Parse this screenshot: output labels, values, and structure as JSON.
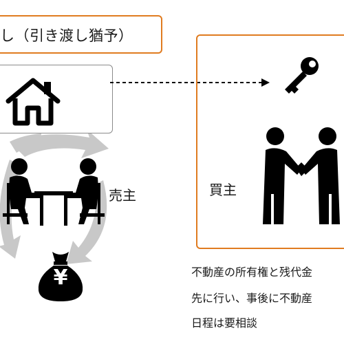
{
  "title": "し（引き渡し猶予）",
  "seller_label": "売主",
  "buyer_label": "買主",
  "yen_symbol": "¥",
  "notes": [
    "不動産の所有権と残代金",
    "先に行い、事後に不動産",
    "日程は要相談"
  ],
  "colors": {
    "accent_border": "#e07b1f",
    "icon_fill": "#000000",
    "cycle_arrow": "#c8c8c8",
    "house_box_border": "#8a8a8a"
  },
  "icons": [
    "house-icon",
    "key-icon",
    "meeting-icon",
    "handshake-icon",
    "money-bag-icon",
    "cycle-arrows-icon",
    "dashed-arrow"
  ]
}
